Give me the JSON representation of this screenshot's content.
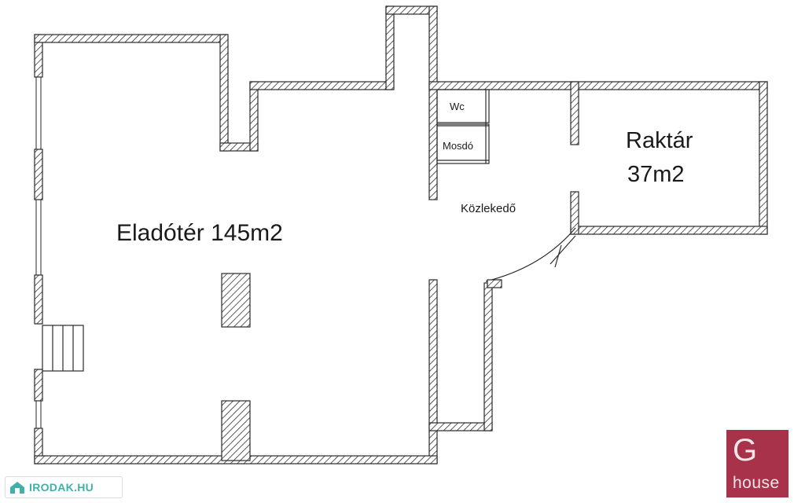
{
  "rooms": {
    "sales_area": "Eladótér 145m2",
    "storage_name": "Raktár",
    "storage_area": "37m2",
    "corridor": "Közlekedő",
    "wc": "Wc",
    "washroom": "Mosdó"
  },
  "logo": {
    "letter": "G",
    "word": "house",
    "background_color": "#a8324a"
  },
  "watermark": {
    "text": "IRODAK.HU",
    "color": "#3fb1a8"
  }
}
